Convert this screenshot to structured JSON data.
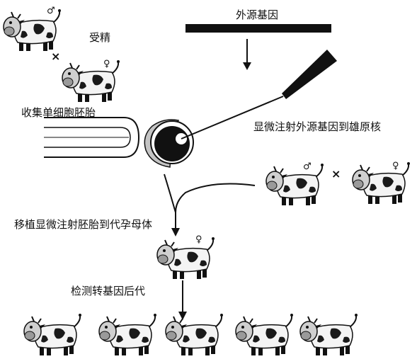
{
  "labels": {
    "fertilization": "受精",
    "foreign_gene": "外源基因",
    "collect_embryo": "收集单细胞胚胎",
    "microinjection": "显微注射外源基因到雄原核",
    "transplant": "移植显微注射胚胎到代孕母体",
    "detect": "检测转基因后代"
  },
  "symbols": {
    "male": "♂",
    "female": "♀",
    "cross": "×"
  },
  "colors": {
    "ink": "#111111",
    "cow_body": "#f4f4f4",
    "cow_spot": "#1a1a1a",
    "gray": "#bdbdbd"
  },
  "icons": [
    "cow-icon",
    "embryo-icon",
    "pipette-icon",
    "micro-needle-icon",
    "gene-bar-icon"
  ],
  "offspring_count": 5
}
